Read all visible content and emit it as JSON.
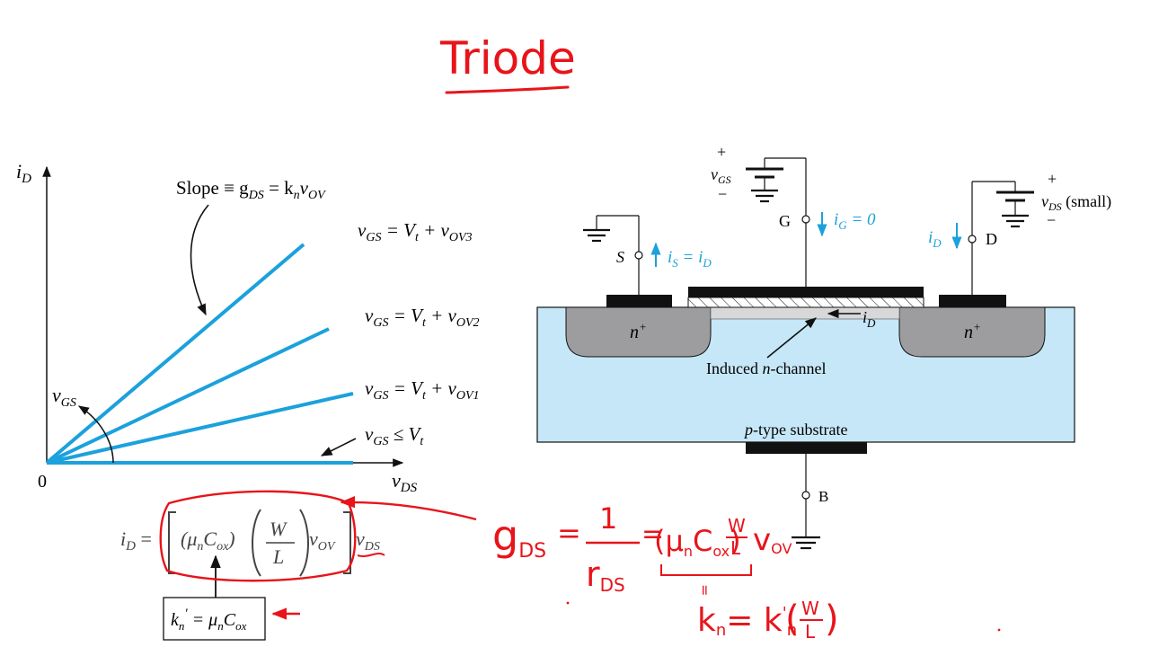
{
  "title": "Triode",
  "plot": {
    "y_axis_label": "i",
    "y_axis_sub": "D",
    "x_axis_label": "v",
    "x_axis_sub": "DS",
    "origin_label": "0",
    "slope_text": "Slope ≡ g",
    "slope_sub": "DS",
    "slope_rest": " = k",
    "slope_kn_sub": "n",
    "slope_v": "v",
    "slope_ov_sub": "OV",
    "vgs_arc_label": "v",
    "vgs_arc_sub": "GS",
    "line_labels": [
      {
        "v": "v",
        "sub": "GS",
        "mid": " = V",
        "t": "t",
        "plus": " + v",
        "ov": "OV3"
      },
      {
        "v": "v",
        "sub": "GS",
        "mid": " = V",
        "t": "t",
        "plus": " + v",
        "ov": "OV2"
      },
      {
        "v": "v",
        "sub": "GS",
        "mid": " = V",
        "t": "t",
        "plus": " + v",
        "ov": "OV1"
      },
      {
        "v": "v",
        "sub": "GS",
        "mid": " ≤ V",
        "t": "t",
        "plus": "",
        "ov": ""
      }
    ]
  },
  "equation": {
    "lhs": "i",
    "lhs_sub": "D",
    "eq": " = ",
    "mu": "(μ",
    "mu_sub": "n",
    "cox": "C",
    "cox_sub": "ox",
    "close": ")",
    "W": "W",
    "L": "L",
    "vov": "v",
    "vov_sub": "OV",
    "vds": "v",
    "vds_sub": "DS",
    "box_k": "k",
    "box_k_sub": "n",
    "box_prime": "′",
    "box_eq": " = μ",
    "box_mu_sub": "n",
    "box_c": "C",
    "box_c_sub": "ox"
  },
  "device": {
    "vgs_plus": "+",
    "vgs_label": "v",
    "vgs_sub": "GS",
    "vgs_minus": "−",
    "vds_plus": "+",
    "vds_label": "v",
    "vds_sub": "DS",
    "vds_small": " (small)",
    "vds_minus": "−",
    "gate_label": "G",
    "ig_label": "i",
    "ig_sub": "G",
    "ig_val": " = 0",
    "source_label": "S",
    "is_label": "i",
    "is_sub": "S",
    "is_eq": " = i",
    "is_sub2": "D",
    "id_label": "i",
    "id_sub": "D",
    "drain_label": "D",
    "channel_id": "i",
    "channel_id_sub": "D",
    "n_plus": "n",
    "n_plus_sup": "+",
    "induced_pre": "Induced ",
    "induced_n": "n",
    "induced_post": "-channel",
    "substrate_p": "p",
    "substrate_post": "-type substrate",
    "body_label": "B"
  },
  "annotations": {
    "gds": "g",
    "gds_sub": "DS",
    "eq1": "=",
    "one": "1",
    "rds": "r",
    "rds_sub": "DS",
    "eq2": "=",
    "mu": "(μ",
    "mu_sub": "n",
    "c": "C",
    "c_sub": "ox",
    "close": ")",
    "W": "W",
    "L": "L",
    "v": "v",
    "v_sub": "OV",
    "identity": "=",
    "kn": "k",
    "kn_sub": "n",
    "kn_eq": "= k",
    "kn_prime_sub": "n",
    "kn_prime": "'",
    "paren_open": "(",
    "paren_close": ")",
    "paren_W": "W",
    "paren_L": "L"
  },
  "colors": {
    "accent_blue": "#1ba1dc",
    "ink_red": "#e8141a",
    "substrate": "#c6e7f8",
    "nplus": "#9d9d9f",
    "metal": "#111111"
  }
}
